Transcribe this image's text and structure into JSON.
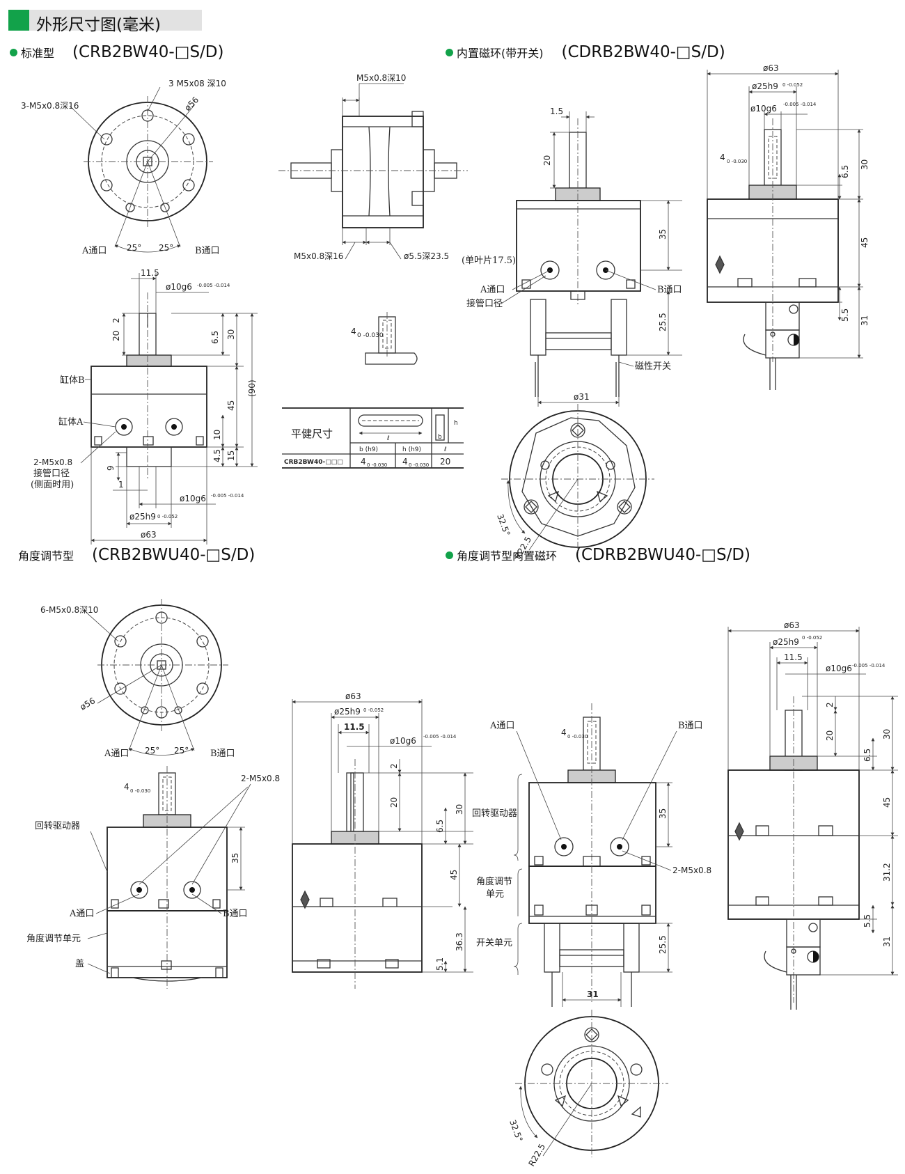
{
  "page_title": "外形尺寸图(毫米)",
  "sections": [
    {
      "name": "标准型",
      "model": "(CRB2BW40-□S/D)",
      "bullet": false
    },
    {
      "name": "内置磁环(带开关)",
      "model": "(CDRB2BW40-□S/D)",
      "bullet": true
    },
    {
      "name": "角度调节型",
      "model": "(CRB2BWU40-□S/D)",
      "bullet": false
    },
    {
      "name": "角度调节型内置磁环",
      "model": "(CDRB2BWU40-□S/D)",
      "bullet": true
    }
  ],
  "labels": {
    "hole_3m5_16": "3-M5x0.8深16",
    "hole_3m5_10": "3 M5x08 深10",
    "d56": "ø56",
    "port_a": "A通口",
    "port_b": "B通口",
    "ang25": "25°",
    "m5_10": "M5x0.8深10",
    "m5_16": "M5x0.8深16",
    "d55": "ø5.5深23.5",
    "d63": "ø63",
    "d25": "ø25h9",
    "d25_tol": "0 -0.052",
    "d10": "ø10g6",
    "d10_tol": "-0.005 -0.014",
    "d31": "ø31",
    "w31": "31",
    "key4": "4",
    "key4_tol": "0 -0.030",
    "n11_5": "11.5",
    "n1_5": "1.5",
    "n2": "2",
    "n20": "20",
    "n6_5": "6.5",
    "n30": "30",
    "n45": "45",
    "n90": "(90)",
    "n10": "10",
    "n15": "15",
    "n4_5": "4.5",
    "n9": "9",
    "n1": "1",
    "n35": "35",
    "n25_5": "25.5",
    "n5_5": "5.5",
    "n31": "31",
    "n31_2": "31.2",
    "n36_3": "36.3",
    "n5_1": "5.1",
    "n32_5": "32.5°",
    "r22_5": "R22.5",
    "cyl_b": "缸体B",
    "cyl_a": "缸体A",
    "m5_2": "2-M5x0.8",
    "pipe_dia": "接管口径",
    "side_use": "(侧面时用)",
    "single_vane": "(单叶片17.5)",
    "mag_switch": "磁性开关",
    "hole_6m5_10": "6-M5x0.8深10",
    "rot_drive": "回转驱动器",
    "angle_unit": "角度调节单元",
    "angle_unit_2a": "角度调节",
    "angle_unit_2b": "单元",
    "switch_unit": "开关单元",
    "cover": "盖"
  },
  "key_table": {
    "title": "平健尺寸",
    "headers": [
      "b (h9)",
      "h (h9)",
      "ℓ"
    ],
    "model": "CRB2BW40-□□□",
    "b": "4",
    "b_tol": "0 -0.030",
    "h": "4",
    "h_tol": "0 -0.030",
    "l": "20",
    "sym_l": "ℓ",
    "sym_b": "b",
    "sym_h": "h"
  }
}
